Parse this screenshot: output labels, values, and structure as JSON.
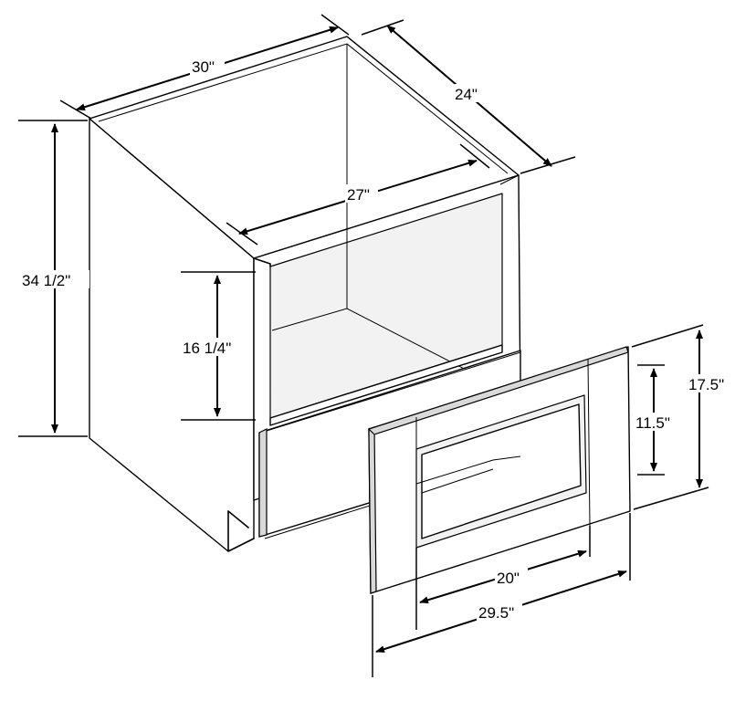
{
  "dimensions": {
    "cabinet_width": "30\"",
    "cabinet_depth": "24\"",
    "cabinet_height": "34 1/2\"",
    "opening_width": "27\"",
    "opening_height": "16 1/4\"",
    "door_height": "17.5\"",
    "door_inner_height": "11.5\"",
    "door_inner_width": "20\"",
    "door_width": "29.5\""
  },
  "colors": {
    "line": "#000000",
    "background": "#ffffff"
  }
}
